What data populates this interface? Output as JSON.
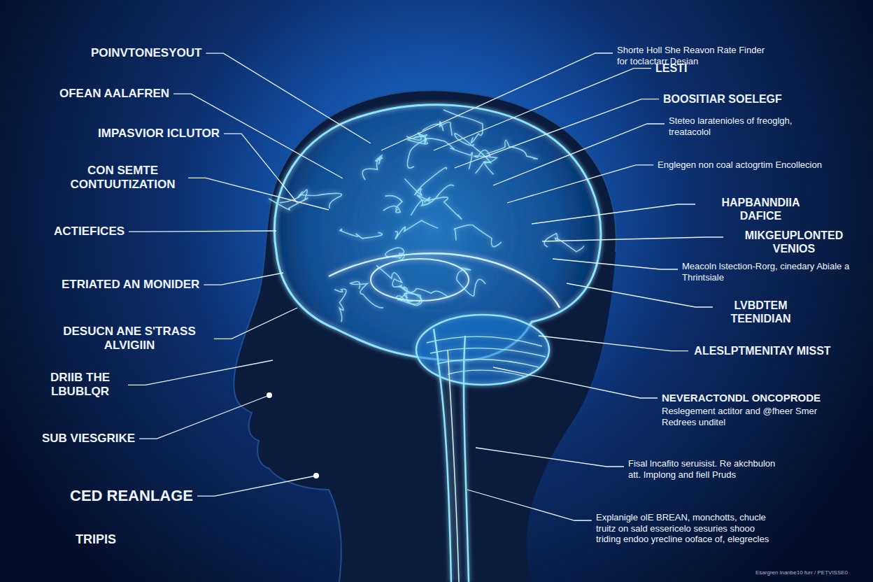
{
  "diagram": {
    "labels": [
      "POINVTONESYOUT",
      "OFEAN AALAFREN",
      "IMPASVIOR ICLUTOR",
      "CON SEMTE CONTUUTIZATION",
      "ACTIEFICES",
      "ETRIATED AN MONIDER",
      "DESUCN ANE S'TRASS ALVIGIIN",
      "DRIIB THE LBUBLQR",
      "SUB VIESGRIKE",
      "CED REANLAGE",
      "TRIPIS",
      "Shorte Holl She Reavon Rate Finder for toclactarr Desian",
      "LESTI",
      "BOOSITIAR SOELEGF",
      "Steteo laratenioles of freoglgh, treatacolol",
      "Englegen non coal actogrtim Encollecion",
      "HAPBANNDIIA DAFICE",
      "MIKGEUPLONTED VENIOS",
      "Meacoln lstection-Rorg, cinedary Abiale a Thrintsiale",
      "LVBDTEM TEENIDIAN",
      "ALESLPTMENITAY MISST",
      "NEVERACTONDL ONCOPRODE",
      "Reslegement actitor and @fheer Smer Redrees unditel",
      "Fisal lncafito seruisist. Re akchbulon att. Implong and fiell Pruds",
      "Explanigle olE BREAN, monchotts, chucle truitz on sald essericelo sesuries shooo triding endoo yrecline ooface of, elegrecles",
      "Esargren lnanbe10 furr / PETVISSE0"
    ]
  }
}
